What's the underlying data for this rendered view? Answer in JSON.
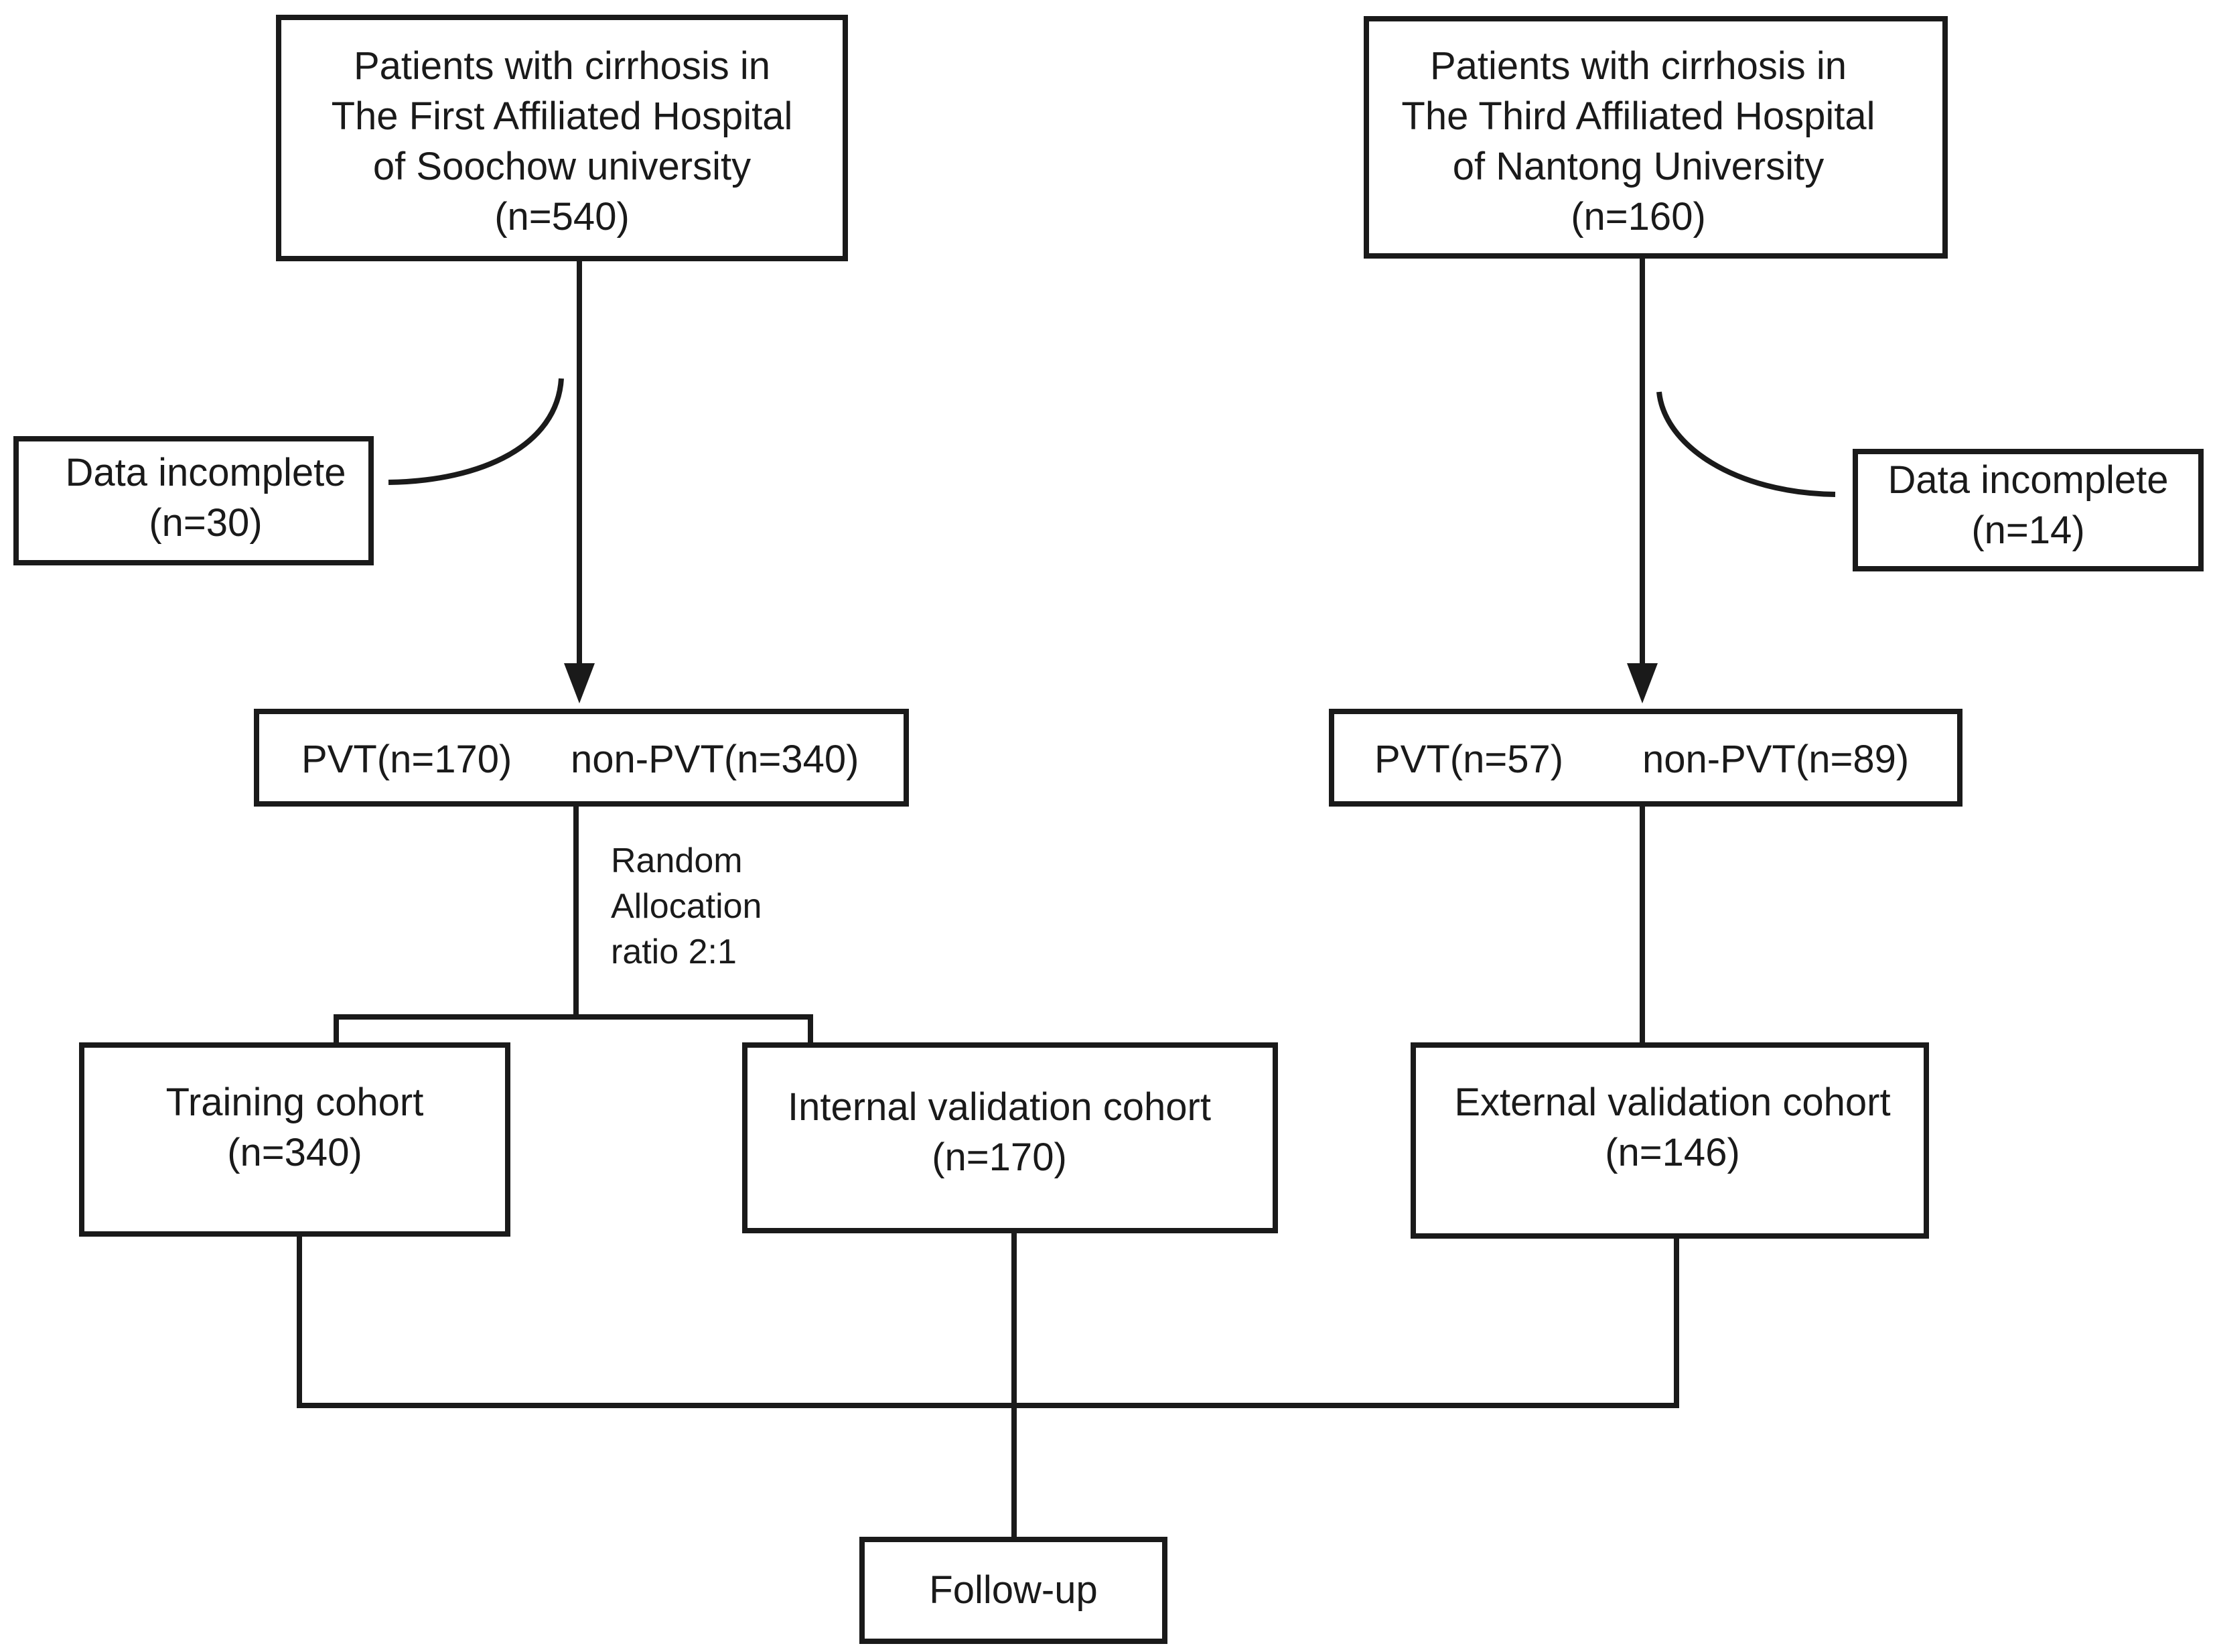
{
  "boxes": {
    "soochow_source": {
      "lines": [
        "Patients with cirrhosis in",
        "The First Affiliated Hospital",
        "of Soochow university",
        "(n=540)"
      ]
    },
    "nantong_source": {
      "lines": [
        "Patients with cirrhosis in",
        "The Third Affiliated Hospital",
        "of Nantong University",
        "(n=160)"
      ]
    },
    "soochow_excluded": {
      "lines": [
        "Data incomplete",
        "(n=30)"
      ]
    },
    "nantong_excluded": {
      "lines": [
        "Data incomplete",
        "(n=14)"
      ]
    },
    "soochow_groups": {
      "pvt": "PVT(n=170)",
      "non_pvt": "non-PVT(n=340)"
    },
    "nantong_groups": {
      "pvt": "PVT(n=57)",
      "non_pvt": "non-PVT(n=89)"
    },
    "training_cohort": {
      "lines": [
        "Training cohort",
        "(n=340)"
      ]
    },
    "internal_validation_cohort": {
      "lines": [
        "Internal validation cohort",
        "(n=170)"
      ]
    },
    "external_validation_cohort": {
      "lines": [
        "External validation cohort",
        "(n=146)"
      ]
    },
    "follow_up": {
      "lines": [
        "Follow-up"
      ]
    }
  },
  "allocation_note": {
    "lines": [
      "Random",
      "Allocation",
      "ratio 2:1"
    ]
  }
}
